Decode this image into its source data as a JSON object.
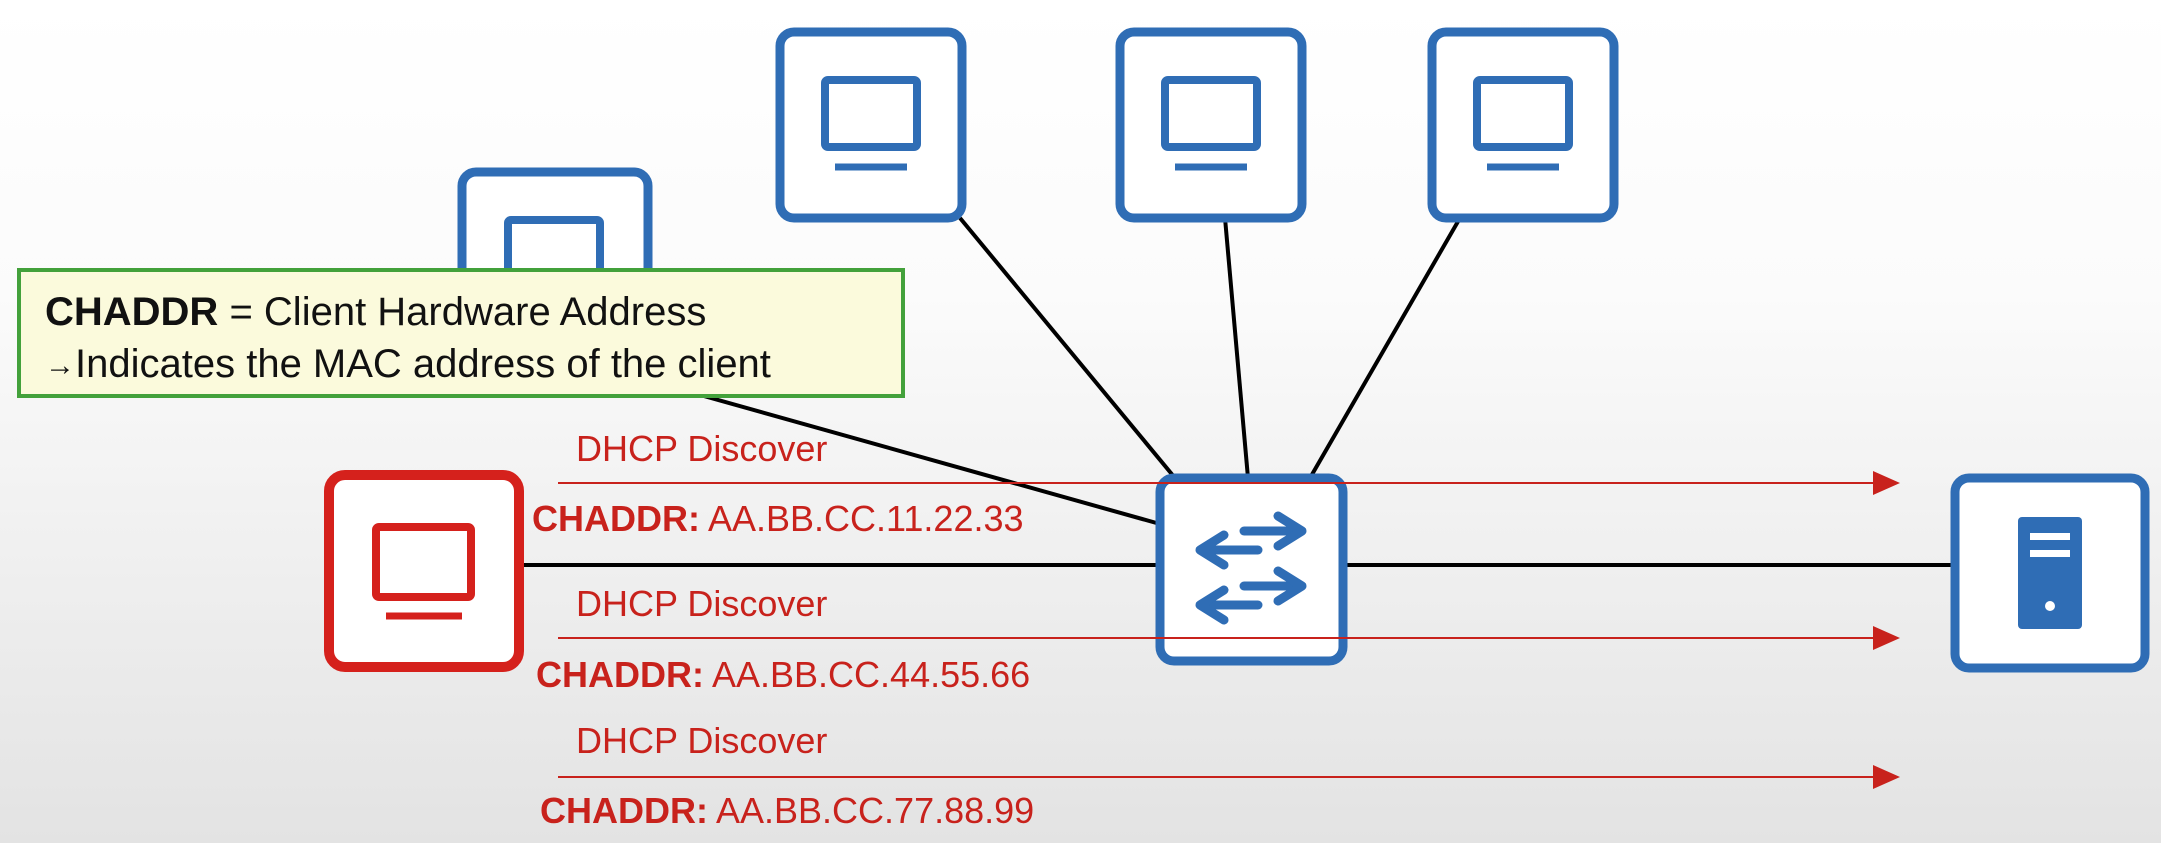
{
  "callout": {
    "term": "CHADDR",
    "definition": " = Client Hardware Address",
    "arrow": "→",
    "note": "Indicates the MAC address of the client"
  },
  "messages": [
    {
      "title": "DHCP Discover",
      "field": "CHADDR:",
      "mac": " AA.BB.CC.11.22.33"
    },
    {
      "title": "DHCP Discover",
      "field": "CHADDR:",
      "mac": " AA.BB.CC.44.55.66"
    },
    {
      "title": "DHCP Discover",
      "field": "CHADDR:",
      "mac": " AA.BB.CC.77.88.99"
    }
  ],
  "colors": {
    "device_blue": "#2f6db5",
    "attacker_red": "#d5211c",
    "message_red": "#c8221c",
    "callout_border": "#43a13b",
    "callout_fill": "#fbfadc"
  },
  "icons": {
    "pc": "pc-icon",
    "switch": "switch-icon",
    "server": "server-icon"
  }
}
